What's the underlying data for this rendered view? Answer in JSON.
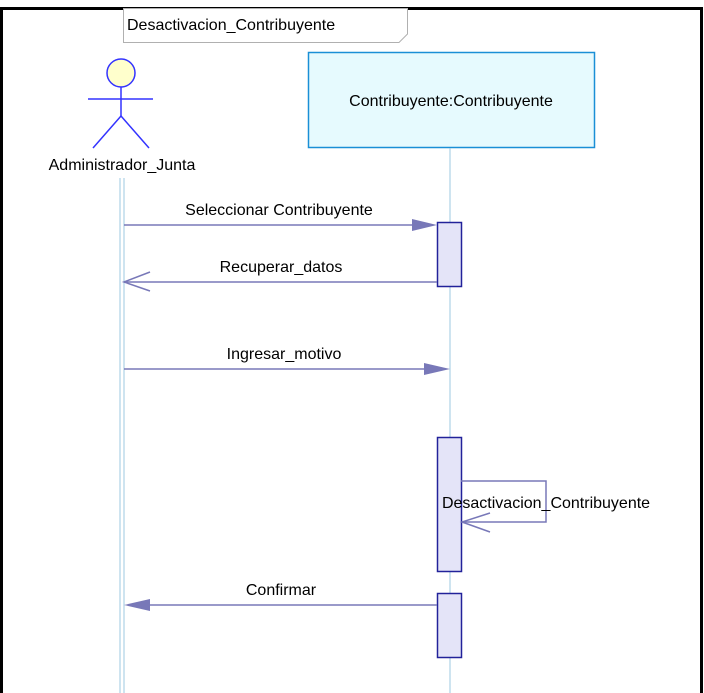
{
  "diagram": {
    "frame_title": "Desactivacion_Contribuyente",
    "actor": {
      "name": "Administrador_Junta"
    },
    "object": {
      "name": "Contribuyente:Contribuyente"
    },
    "messages": [
      {
        "label": "Seleccionar Contribuyente",
        "kind": "call"
      },
      {
        "label": "Recuperar_datos",
        "kind": "return"
      },
      {
        "label": "Ingresar_motivo",
        "kind": "call"
      },
      {
        "label": "Desactivacion_Contribuyente",
        "kind": "self-return"
      },
      {
        "label": "Confirmar",
        "kind": "call"
      }
    ]
  },
  "colors": {
    "frame_border": "#000000",
    "actor_fill": "#ffffcc",
    "actor_stroke": "#3333ff",
    "object_fill": "#e6fafe",
    "object_stroke": "#1a8fd6",
    "lifeline": "#9cc8e0",
    "activation_fill": "#e4e4f8",
    "activation_stroke": "#22229a",
    "message": "#7878b8",
    "tab_border": "#b0b0b0"
  }
}
